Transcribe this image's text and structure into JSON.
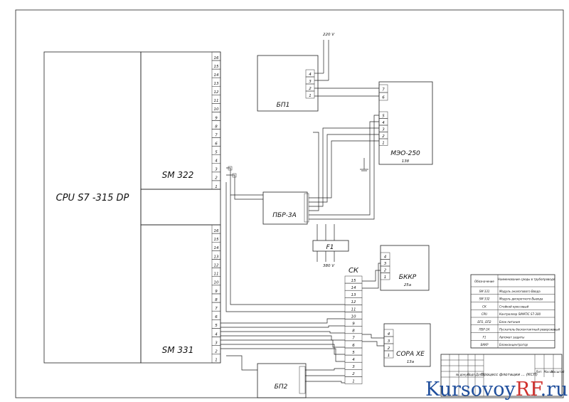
{
  "blocks": {
    "cpu": "CPU S7 -315 DP",
    "sm322": "SM 322",
    "sm331": "SM 331",
    "bp1": "БП1",
    "bp2": "БП2",
    "meo": "МЭО-250",
    "meo_sub": "13б",
    "pbr": "ПБР-3А",
    "f1": "F1",
    "ck": "СК",
    "bkkr": "БККР",
    "bkkr_sub": "25а",
    "sora": "СОРА ХЕ",
    "sora_sub": "13а"
  },
  "supply": {
    "v220": "220 V",
    "v380": "380  V"
  },
  "terminals": {
    "sm": [
      "16",
      "15",
      "14",
      "13",
      "12",
      "11",
      "10",
      "9",
      "8",
      "7",
      "6",
      "5",
      "4",
      "3",
      "2",
      "1"
    ],
    "ck": [
      "15",
      "14",
      "13",
      "12",
      "11",
      "10",
      "9",
      "8",
      "7",
      "6",
      "5",
      "4",
      "3",
      "2",
      "1"
    ],
    "bp1": [
      "4",
      "3",
      "2",
      "1"
    ],
    "meo_top": [
      "7",
      "6"
    ],
    "meo_bottom": [
      "5",
      "4",
      "3",
      "2",
      "1"
    ],
    "bkkr": [
      "4",
      "3",
      "2",
      "1"
    ],
    "sora": [
      "4",
      "3",
      "2",
      "1"
    ]
  },
  "legend": {
    "header": [
      "Обозначение",
      "Наименование среды в трубопроводе"
    ],
    "rows": [
      [
        "SM 331",
        "Модуль аналогового Ввода"
      ],
      [
        "SM 332",
        "Модуль дискретного Вывода"
      ],
      [
        "СК",
        "Стойкой кроссовый"
      ],
      [
        "CPU",
        "Контроллер SIMATIC S7-300"
      ],
      [
        "БП1, БП2",
        "Блок питания"
      ],
      [
        "ПБР-3А",
        "Пускатель бесконтактный реверсивный"
      ],
      [
        "F1",
        "Автомат защиты"
      ],
      [
        "БККР",
        "Блокконцентратор"
      ]
    ]
  },
  "title_block": {
    "title": "Процесс флотации ... (КСП)",
    "cols": [
      "№ докум.",
      "Подп.",
      "Дата"
    ],
    "sheet_cols": [
      "Лит.",
      "Масса",
      "Масштаб"
    ]
  },
  "watermark": {
    "part1": "Kursovoy",
    "part2": "RF",
    "part3": ".ru"
  },
  "colors": {
    "line": "#222222",
    "watermark_blue": "#1f4e9c",
    "watermark_red": "#d0312d"
  }
}
